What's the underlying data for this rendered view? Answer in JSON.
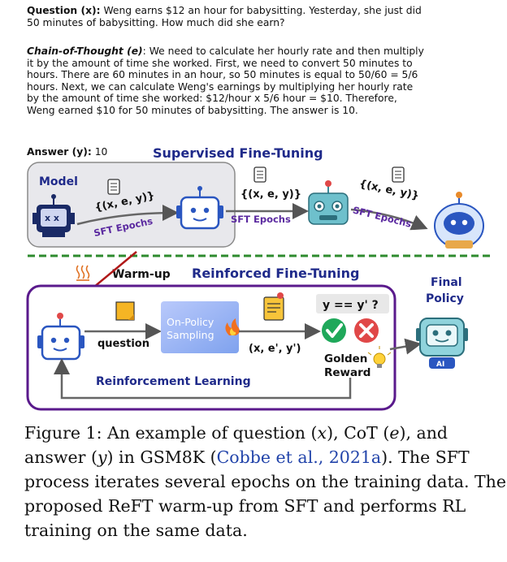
{
  "question": {
    "label": "Question (x):",
    "lines": [
      " Weng earns $12 an hour for babysitting. Yesterday, she just did",
      "50 minutes of babysitting. How much did she earn?"
    ]
  },
  "cot": {
    "label": "Chain-of-Thought (e)",
    "lines": [
      ": We need to calculate her hourly rate and then multiply",
      "it by the amount of time she worked. First, we need to convert 50 minutes to",
      "hours. There are 60 minutes in an hour, so 50 minutes is equal to 50/60 = 5/6",
      "hours. Next, we can calculate Weng's earnings by multiplying her hourly rate",
      "by the amount of time she worked:  $12/hour x 5/6 hour = $10. Therefore,",
      "Weng earned $10 for 50 minutes of babysitting. The answer is 10."
    ]
  },
  "answer": {
    "label": "Answer (y):",
    "value": " 10"
  },
  "diagram": {
    "sft_title": "Supervised Fine-Tuning",
    "model_label": "Model",
    "tuple_label": "{(x, e, y)}",
    "epochs_label": "SFT Epochs",
    "warmup_label": "Warm-up",
    "reft_title": "Reinforced Fine-Tuning",
    "final_policy_line1": "Final",
    "final_policy_line2": "Policy",
    "question_label": "question",
    "sampling_line1": "On-Policy",
    "sampling_line2": "Sampling",
    "sampled_tuple": "(x, e', y')",
    "check_label": "y == y' ?",
    "golden_line1": "Golden",
    "golden_line2": "Reward",
    "rl_label": "Reinforcement Learning",
    "ai_badge": "AI"
  },
  "caption": {
    "lines": [
      [
        "Figure 1: An example of question (",
        "x",
        "), CoT (",
        "e",
        "), and"
      ],
      [
        "answer (",
        "y",
        ") in GSM8K (",
        "Cobbe et al., 2021a",
        "). The SFT"
      ],
      [
        "process iterates several epochs on the training data. The"
      ],
      [
        "proposed ReFT warm-up from SFT and performs RL"
      ],
      [
        "training on the same data."
      ]
    ]
  },
  "colors": {
    "sft_title": "#1f2a8a",
    "reft_title": "#1f2a8a",
    "epochs": "#5b2aa0",
    "reft_border": "#5a1a8c",
    "warmup_divider": "#2e8b2e",
    "sampling_box": "#8fb0f0",
    "check": "#1fa85a",
    "cross": "#e04848",
    "robot_blue": "#2a56c0",
    "cite": "#2244aa"
  }
}
